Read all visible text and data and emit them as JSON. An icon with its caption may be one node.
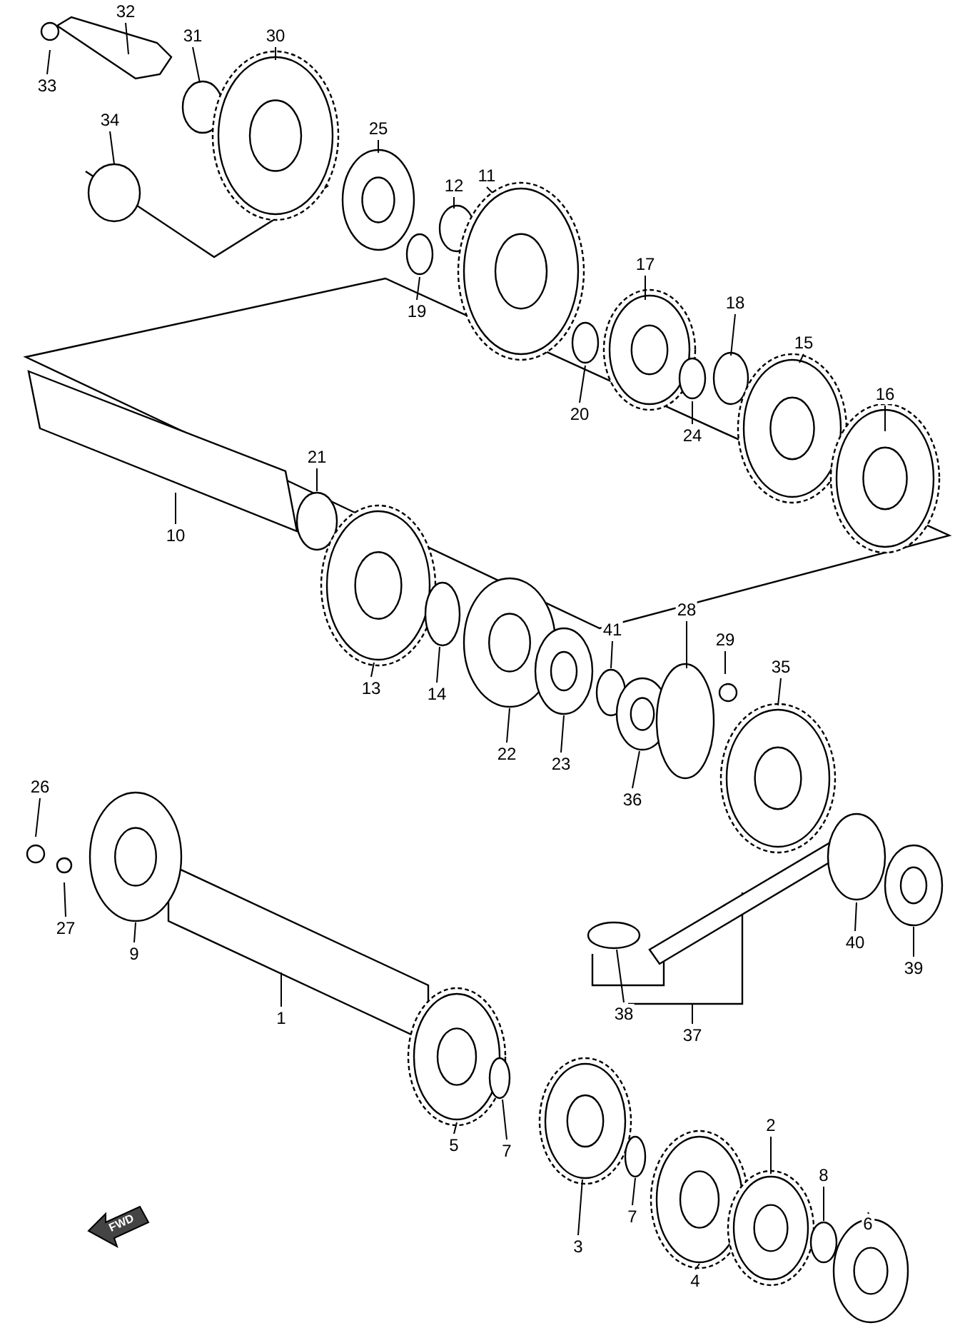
{
  "diagram": {
    "nodes": [
      {
        "text": [
          "32"
        ]
      },
      {
        "text": [
          "31"
        ]
      },
      {
        "text": [
          "30"
        ]
      },
      {
        "text": [
          "33"
        ]
      },
      {
        "text": [
          "34"
        ]
      },
      {
        "text": [
          "25"
        ]
      },
      {
        "text": [
          "11"
        ]
      },
      {
        "text": [
          "12"
        ]
      },
      {
        "text": [
          "17"
        ]
      },
      {
        "text": [
          "18"
        ]
      },
      {
        "text": [
          "19"
        ]
      },
      {
        "text": [
          "15"
        ]
      },
      {
        "text": [
          "16"
        ]
      },
      {
        "text": [
          "20"
        ]
      },
      {
        "text": [
          "24"
        ]
      },
      {
        "text": [
          "21"
        ]
      },
      {
        "text": [
          "10"
        ]
      },
      {
        "text": [
          "28"
        ]
      },
      {
        "text": [
          "41"
        ]
      },
      {
        "text": [
          "29"
        ]
      },
      {
        "text": [
          "35"
        ]
      },
      {
        "text": [
          "13"
        ]
      },
      {
        "text": [
          "14"
        ]
      },
      {
        "text": [
          "22"
        ]
      },
      {
        "text": [
          "23"
        ]
      },
      {
        "text": [
          "26"
        ]
      },
      {
        "text": [
          "36"
        ]
      },
      {
        "text": [
          "27"
        ]
      },
      {
        "text": [
          "40"
        ]
      },
      {
        "text": [
          "9"
        ]
      },
      {
        "text": [
          "39"
        ]
      },
      {
        "text": [
          "1"
        ]
      },
      {
        "text": [
          "38"
        ]
      },
      {
        "text": [
          "37"
        ]
      },
      {
        "text": [
          "2"
        ]
      },
      {
        "text": [
          "5"
        ]
      },
      {
        "text": [
          "7"
        ]
      },
      {
        "text": [
          "8"
        ]
      },
      {
        "text": [
          "6"
        ]
      },
      {
        "text": [
          "7"
        ]
      },
      {
        "text": [
          "3"
        ]
      },
      {
        "text": [
          "4"
        ]
      }
    ],
    "edges": [
      {
        "from": 0,
        "to": null,
        "arrow": "none"
      },
      {
        "from": 1,
        "to": null,
        "arrow": "none"
      },
      {
        "from": 2,
        "to": null,
        "arrow": "none"
      },
      {
        "from": 3,
        "to": null,
        "arrow": "none"
      },
      {
        "from": 4,
        "to": null,
        "arrow": "none"
      },
      {
        "from": 5,
        "to": null,
        "arrow": "none"
      },
      {
        "from": 6,
        "to": null,
        "arrow": "none"
      },
      {
        "from": 7,
        "to": null,
        "arrow": "none"
      },
      {
        "from": 8,
        "to": null,
        "arrow": "none"
      },
      {
        "from": 9,
        "to": null,
        "arrow": "none"
      },
      {
        "from": 10,
        "to": null,
        "arrow": "none"
      },
      {
        "from": 11,
        "to": null,
        "arrow": "none"
      },
      {
        "from": 12,
        "to": null,
        "arrow": "none"
      },
      {
        "from": 13,
        "to": null,
        "arrow": "none"
      },
      {
        "from": 14,
        "to": null,
        "arrow": "none"
      },
      {
        "from": 15,
        "to": null,
        "arrow": "none"
      },
      {
        "from": 16,
        "to": null,
        "arrow": "none"
      },
      {
        "from": 17,
        "to": null,
        "arrow": "none"
      },
      {
        "from": 18,
        "to": null,
        "arrow": "none"
      },
      {
        "from": 19,
        "to": null,
        "arrow": "none"
      },
      {
        "from": 20,
        "to": null,
        "arrow": "none"
      },
      {
        "from": 21,
        "to": null,
        "arrow": "none"
      },
      {
        "from": 22,
        "to": null,
        "arrow": "none"
      },
      {
        "from": 23,
        "to": null,
        "arrow": "none"
      },
      {
        "from": 24,
        "to": null,
        "arrow": "none"
      },
      {
        "from": 25,
        "to": null,
        "arrow": "none"
      },
      {
        "from": 26,
        "to": null,
        "arrow": "none"
      },
      {
        "from": 27,
        "to": null,
        "arrow": "none"
      },
      {
        "from": 28,
        "to": null,
        "arrow": "none"
      },
      {
        "from": 29,
        "to": null,
        "arrow": "none"
      },
      {
        "from": 30,
        "to": null,
        "arrow": "none"
      },
      {
        "from": 31,
        "to": null,
        "arrow": "none"
      },
      {
        "from": 32,
        "to": null,
        "arrow": "none"
      },
      {
        "from": 33,
        "to": null,
        "arrow": "none"
      },
      {
        "from": 34,
        "to": null,
        "arrow": "none"
      },
      {
        "from": 35,
        "to": null,
        "arrow": "none"
      },
      {
        "from": 36,
        "to": null,
        "arrow": "none"
      },
      {
        "from": 37,
        "to": null,
        "arrow": "none"
      },
      {
        "from": 38,
        "to": null,
        "arrow": "none"
      },
      {
        "from": 39,
        "to": null,
        "arrow": "none"
      },
      {
        "from": 40,
        "to": null,
        "arrow": "none"
      },
      {
        "from": 41,
        "to": null,
        "arrow": "none"
      }
    ],
    "labels": [
      "FWD"
    ]
  }
}
